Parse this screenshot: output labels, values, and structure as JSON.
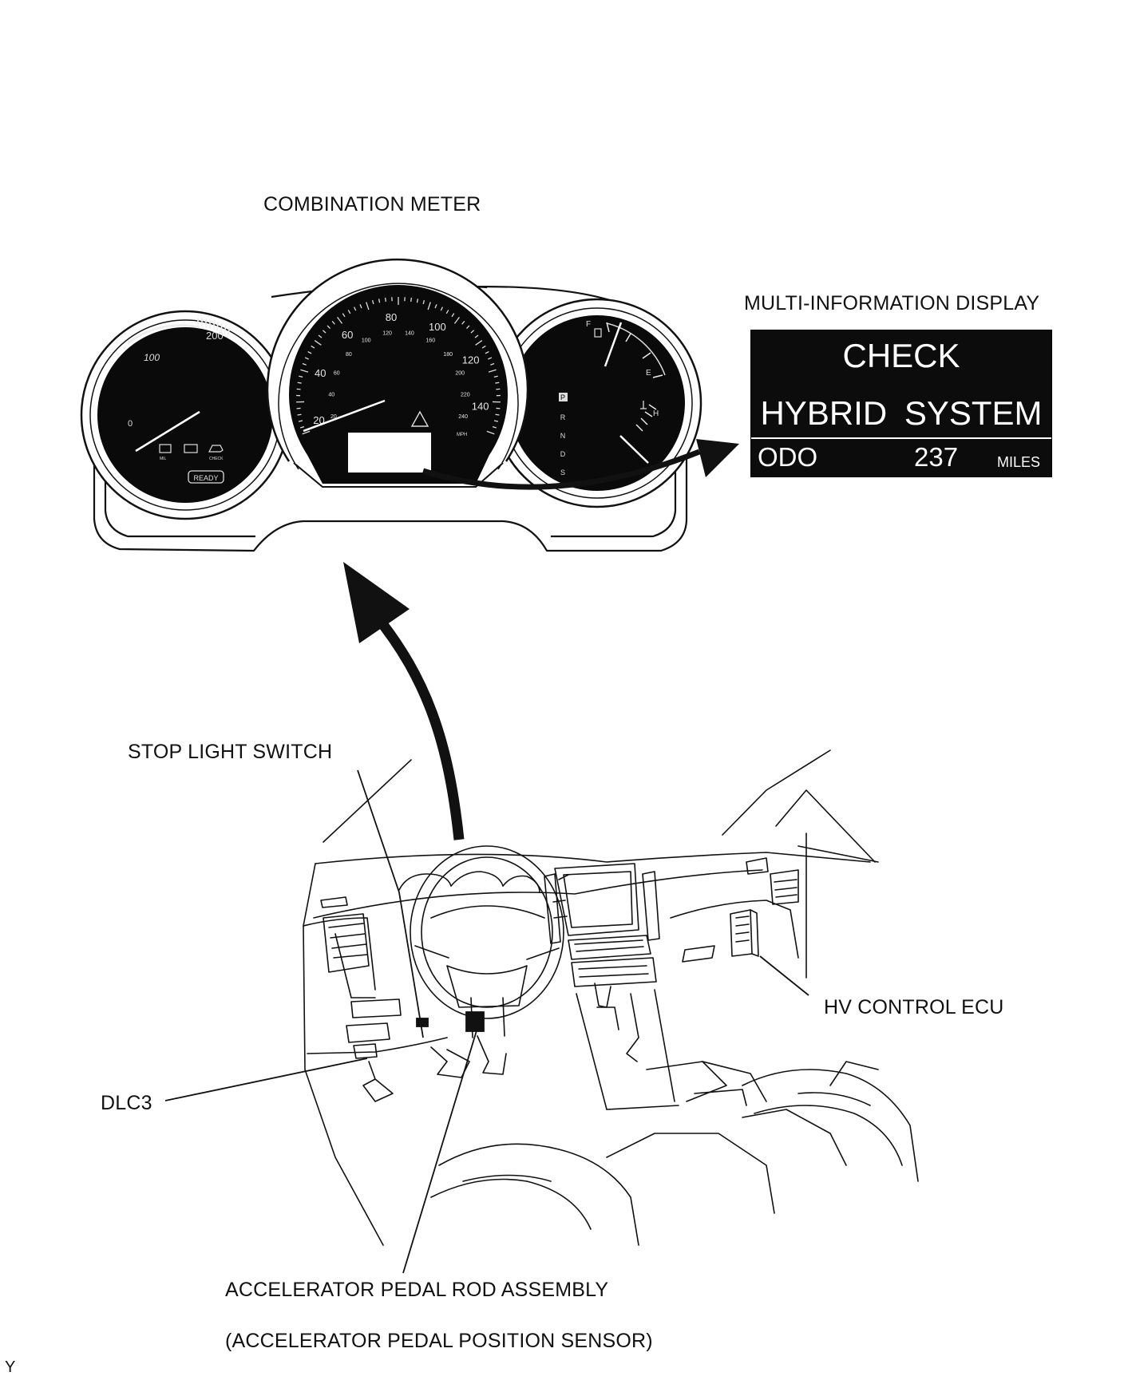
{
  "labels": {
    "combination_meter": "COMBINATION METER",
    "multi_information_display": "MULTI-INFORMATION DISPLAY",
    "stop_light_switch": "STOP LIGHT SWITCH",
    "hv_control_ecu": "HV  CONTROL ECU",
    "dlc3": "DLC3",
    "accelerator_pedal_rod_assembly": "ACCELERATOR PEDAL ROD ASSEMBLY",
    "accelerator_pedal_position_sensor": "(ACCELERATOR PEDAL POSITION SENSOR)",
    "corner_code": "Y"
  },
  "display": {
    "line1": "CHECK",
    "line2": "HYBRID  SYSTEM",
    "odo_label": "ODO",
    "odo_value": "237",
    "odo_unit": "MILES"
  },
  "gauges": {
    "power_meter": {
      "tick_100": "100",
      "tick_200": "200",
      "tick_0": "0",
      "ready_label": "READY",
      "warning_labels": [
        "MIL",
        "",
        "CHECK"
      ]
    },
    "speedometer": {
      "mph_ticks": [
        "20",
        "40",
        "60",
        "80",
        "100",
        "120",
        "140"
      ],
      "kmh_ticks": [
        "20",
        "40",
        "60",
        "80",
        "100",
        "120",
        "140",
        "160",
        "180",
        "200",
        "220",
        "240"
      ],
      "unit": "MPH"
    },
    "fuel_temp": {
      "full": "F",
      "empty": "E",
      "hot": "H"
    },
    "shift_indicator": [
      "P",
      "R",
      "N",
      "D",
      "S"
    ]
  }
}
